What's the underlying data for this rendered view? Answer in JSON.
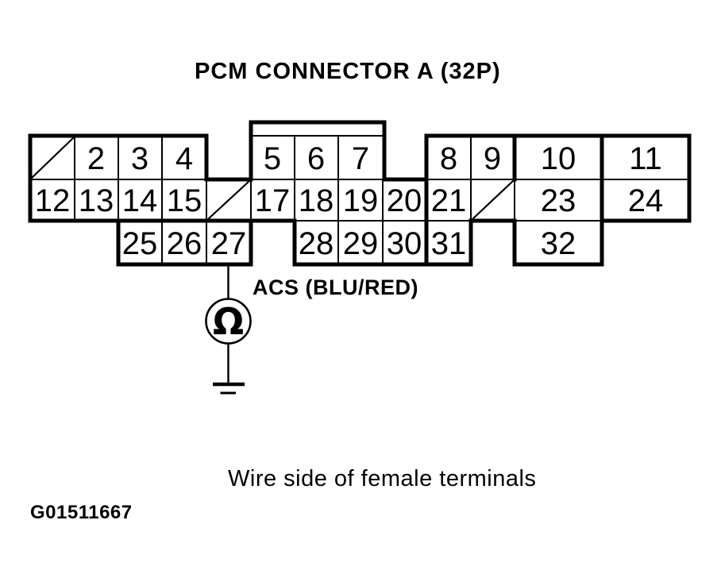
{
  "title": "PCM CONNECTOR A (32P)",
  "caption": "Wire side of female terminals",
  "figure_id": "G01511667",
  "connector": {
    "name": "PCM CONNECTOR A",
    "pin_total": "32P",
    "missing_pins": [
      1,
      16,
      22
    ],
    "pins": {
      "2": "2",
      "3": "3",
      "4": "4",
      "5": "5",
      "6": "6",
      "7": "7",
      "8": "8",
      "9": "9",
      "10": "10",
      "11": "11",
      "12": "12",
      "13": "13",
      "14": "14",
      "15": "15",
      "17": "17",
      "18": "18",
      "19": "19",
      "20": "20",
      "21": "21",
      "23": "23",
      "24": "24",
      "25": "25",
      "26": "26",
      "27": "27",
      "28": "28",
      "29": "29",
      "30": "30",
      "31": "31",
      "32": "32"
    }
  },
  "probe": {
    "wire_label": "ACS (BLU/RED)",
    "measured_pin": "27",
    "meter_symbol": "Ω"
  },
  "colors": {
    "ink": "#000000",
    "paper": "#ffffff"
  }
}
